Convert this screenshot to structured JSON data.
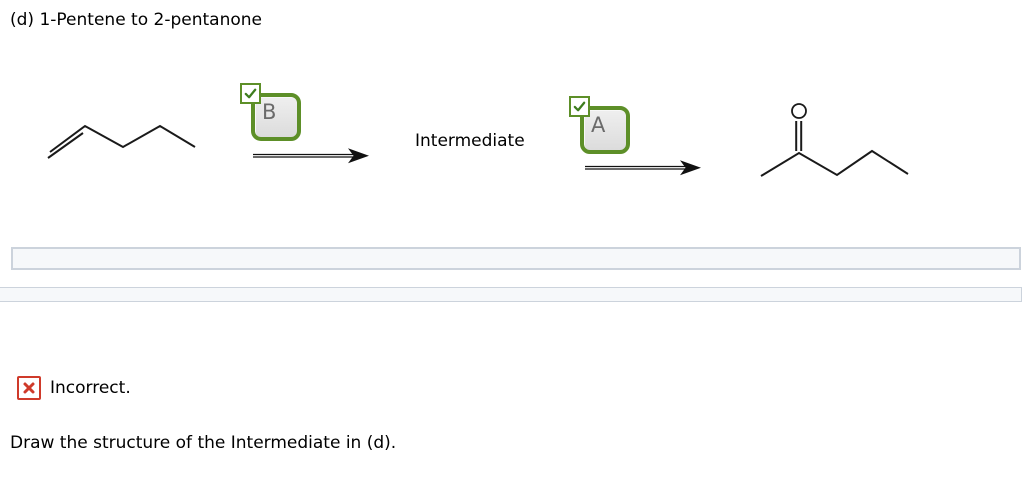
{
  "title": "(d) 1-Pentene to 2-pentanone",
  "scheme": {
    "start_molecule": "1-pentene",
    "product_molecule": "2-pentanone",
    "step1": {
      "label": "B",
      "status": "correct"
    },
    "step2": {
      "label": "A",
      "status": "correct"
    },
    "intermediate_label": "Intermediate",
    "product": {
      "atom_label": "O"
    }
  },
  "answer_bar": {
    "value": "",
    "placeholder": ""
  },
  "feedback": {
    "status_label": "Incorrect.",
    "instruction": "Draw the structure of the Intermediate in (d)."
  },
  "colors": {
    "accent_green": "#5d8f28",
    "check_green": "#3e7d1e",
    "error_red": "#cf3a2a",
    "bar_border": "#ccd3dc",
    "bar_fill": "#f6f8fa",
    "line_color": "#1a1a1a"
  }
}
